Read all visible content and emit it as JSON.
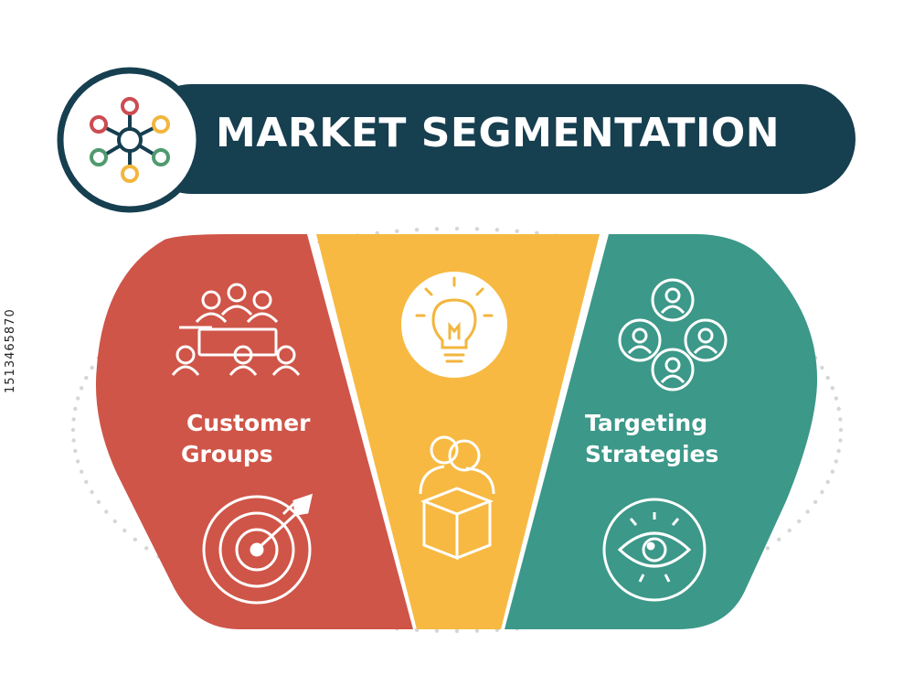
{
  "header": {
    "title": "MARKET SEGMENTATION",
    "icon": "network-hub-icon"
  },
  "segments": [
    {
      "id": "customer-groups",
      "line1": "Customer",
      "line2": "Groups",
      "icons": [
        "people-group-icon",
        "target-arrow-icon"
      ]
    },
    {
      "id": "insight",
      "line1": "",
      "line2": "",
      "icons": [
        "lightbulb-icon",
        "person-with-box-icon"
      ]
    },
    {
      "id": "targeting-strategies",
      "line1": "Targeting",
      "line2": "Strategies",
      "icons": [
        "user-network-icon",
        "eye-icon"
      ]
    }
  ],
  "side_id": "1513465870",
  "colors": {
    "navy": "#163f50",
    "red": "#cf5548",
    "yellow": "#f7b942",
    "teal": "#3c9889",
    "dot_red": "#cc4c51",
    "dot_yellow": "#f2b63e",
    "dot_green": "#4f9a6e"
  }
}
